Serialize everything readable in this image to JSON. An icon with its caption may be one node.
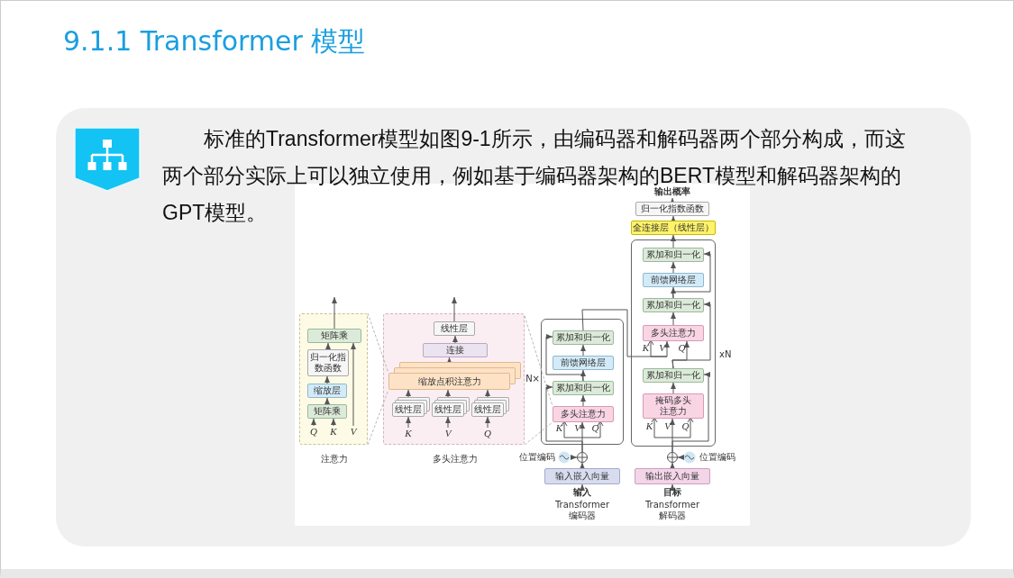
{
  "diagram": {
    "title": "9.1.1 Transformer 模型",
    "nodes": [
      {
        "text": [
          "注意力"
        ]
      },
      {
        "text": [
          "矩阵乘"
        ],
        "in": 0
      },
      {
        "text": [
          "归一化指数函数"
        ],
        "in": 0
      },
      {
        "text": [
          "缩放层"
        ],
        "in": 0
      },
      {
        "text": [
          "矩阵乘"
        ],
        "in": 0
      },
      {
        "text": [
          "Q"
        ],
        "in": 0
      },
      {
        "text": [
          "K"
        ],
        "in": 0
      },
      {
        "text": [
          "V"
        ],
        "in": 0
      },
      {
        "text": [
          "多头注意力"
        ]
      },
      {
        "text": [
          "线性层"
        ],
        "in": 8
      },
      {
        "text": [
          "连接"
        ],
        "in": 8
      },
      {
        "text": [
          "缩放点积注意力"
        ],
        "in": 8
      },
      {
        "text": [
          "线性层"
        ],
        "in": 8
      },
      {
        "text": [
          "线性层"
        ],
        "in": 8
      },
      {
        "text": [
          "线性层"
        ],
        "in": 8
      },
      {
        "text": [
          "K"
        ],
        "in": 8
      },
      {
        "text": [
          "V"
        ],
        "in": 8
      },
      {
        "text": [
          "Q"
        ],
        "in": 8
      },
      {
        "text": [],
        "shape": "box",
        "beside": [
          "N×"
        ]
      },
      {
        "text": [
          "累加和归一化"
        ],
        "in": 18
      },
      {
        "text": [
          "前馈网络层"
        ],
        "in": 18
      },
      {
        "text": [
          "累加和归一化"
        ],
        "in": 18
      },
      {
        "text": [
          "多头注意力"
        ],
        "in": 18
      },
      {
        "text": [],
        "shape": "box",
        "beside": [
          "xN"
        ]
      },
      {
        "text": [
          "累加和归一化"
        ],
        "in": 23
      },
      {
        "text": [
          "前馈网络层"
        ],
        "in": 23
      },
      {
        "text": [
          "累加和归一化"
        ],
        "in": 23
      },
      {
        "text": [
          "多头注意力"
        ],
        "in": 23
      },
      {
        "text": [
          "累加和归一化"
        ],
        "in": 23
      },
      {
        "text": [
          "掩码多头注意力"
        ],
        "in": 23
      },
      {
        "text": [
          "输出概率"
        ]
      },
      {
        "text": [
          "归一化指数函数"
        ]
      },
      {
        "text": [
          "全连接层（线性层）"
        ]
      },
      {
        "text": [],
        "shape": "circle",
        "beside": [
          "位置编码"
        ]
      },
      {
        "text": [],
        "shape": "circle"
      },
      {
        "text": [
          "输入嵌入向量"
        ]
      },
      {
        "text": [
          "输入"
        ]
      },
      {
        "text": [],
        "shape": "circle"
      },
      {
        "text": [],
        "shape": "circle",
        "beside": [
          "位置编码"
        ]
      },
      {
        "text": [
          "输出嵌入向量"
        ]
      },
      {
        "text": [
          "目标"
        ]
      }
    ],
    "edges": [
      {
        "from": 5,
        "to": 4,
        "arrow": "to"
      },
      {
        "from": 6,
        "to": 4,
        "arrow": "to"
      },
      {
        "from": 4,
        "to": 3,
        "arrow": "to"
      },
      {
        "from": 3,
        "to": 2,
        "arrow": "to"
      },
      {
        "from": 2,
        "to": 1,
        "arrow": "to"
      },
      {
        "from": 7,
        "to": 1,
        "arrow": "to"
      },
      {
        "from": 1,
        "to": null,
        "arrow": "to"
      },
      {
        "from": 15,
        "to": 12,
        "arrow": "to"
      },
      {
        "from": 16,
        "to": 13,
        "arrow": "to"
      },
      {
        "from": 17,
        "to": 14,
        "arrow": "to"
      },
      {
        "from": 12,
        "to": 11,
        "arrow": "to"
      },
      {
        "from": 13,
        "to": 11,
        "arrow": "to"
      },
      {
        "from": 14,
        "to": 11,
        "arrow": "to"
      },
      {
        "from": 11,
        "to": 10,
        "arrow": "to"
      },
      {
        "from": 10,
        "to": 9,
        "arrow": "to"
      },
      {
        "from": 9,
        "to": null,
        "arrow": "to"
      },
      {
        "from": 36,
        "to": 35,
        "arrow": "to"
      },
      {
        "from": 35,
        "to": 34,
        "arrow": "to"
      },
      {
        "from": 33,
        "to": 34,
        "arrow": "to"
      },
      {
        "from": 34,
        "to": 22,
        "arrow": "to"
      },
      {
        "from": 34,
        "to": 21,
        "arrow": "to"
      },
      {
        "from": 22,
        "to": 21,
        "arrow": "to"
      },
      {
        "from": 21,
        "to": 20,
        "arrow": "to"
      },
      {
        "from": 21,
        "to": 19,
        "arrow": "to"
      },
      {
        "from": 20,
        "to": 19,
        "arrow": "to"
      },
      {
        "from": 19,
        "to": 27,
        "arrow": "to"
      },
      {
        "from": 40,
        "to": 39,
        "arrow": "to"
      },
      {
        "from": 39,
        "to": 37,
        "arrow": "to"
      },
      {
        "from": 38,
        "to": 37,
        "arrow": "to"
      },
      {
        "from": 37,
        "to": 29,
        "arrow": "to"
      },
      {
        "from": 37,
        "to": 28,
        "arrow": "to"
      },
      {
        "from": 29,
        "to": 28,
        "arrow": "to"
      },
      {
        "from": 28,
        "to": 27,
        "arrow": "to"
      },
      {
        "from": 28,
        "to": 26,
        "arrow": "to"
      },
      {
        "from": 27,
        "to": 26,
        "arrow": "to"
      },
      {
        "from": 26,
        "to": 25,
        "arrow": "to"
      },
      {
        "from": 26,
        "to": 24,
        "arrow": "to"
      },
      {
        "from": 25,
        "to": 24,
        "arrow": "to"
      },
      {
        "from": 24,
        "to": 32,
        "arrow": "to"
      },
      {
        "from": 32,
        "to": 31,
        "arrow": "to"
      },
      {
        "from": 31,
        "to": 30,
        "arrow": "to"
      },
      {
        "from": 0,
        "to": 11,
        "arrow": "none",
        "style": "dashed",
        "color": "#b8b8b8"
      },
      {
        "from": 0,
        "to": 11,
        "arrow": "none",
        "style": "dashed",
        "color": "#b8b8b8"
      },
      {
        "from": 8,
        "to": 22,
        "arrow": "none",
        "style": "dashed",
        "color": "#b8b8b8"
      },
      {
        "from": 8,
        "to": 22,
        "arrow": "none",
        "style": "dashed",
        "color": "#b8b8b8"
      }
    ],
    "labels": [
      "标准的Transformer模型如图9-1所示，由编码器和解码器两个部分构成，而这两个部分实际上可以独立使用，例如基于编码器架构的BERT模型和解码器架构的GPT模型。",
      "K",
      "V",
      "Q",
      "K",
      "V",
      "Q",
      "K",
      "V",
      "Q",
      "Transformer 编码器",
      "Transformer 解码器"
    ]
  }
}
